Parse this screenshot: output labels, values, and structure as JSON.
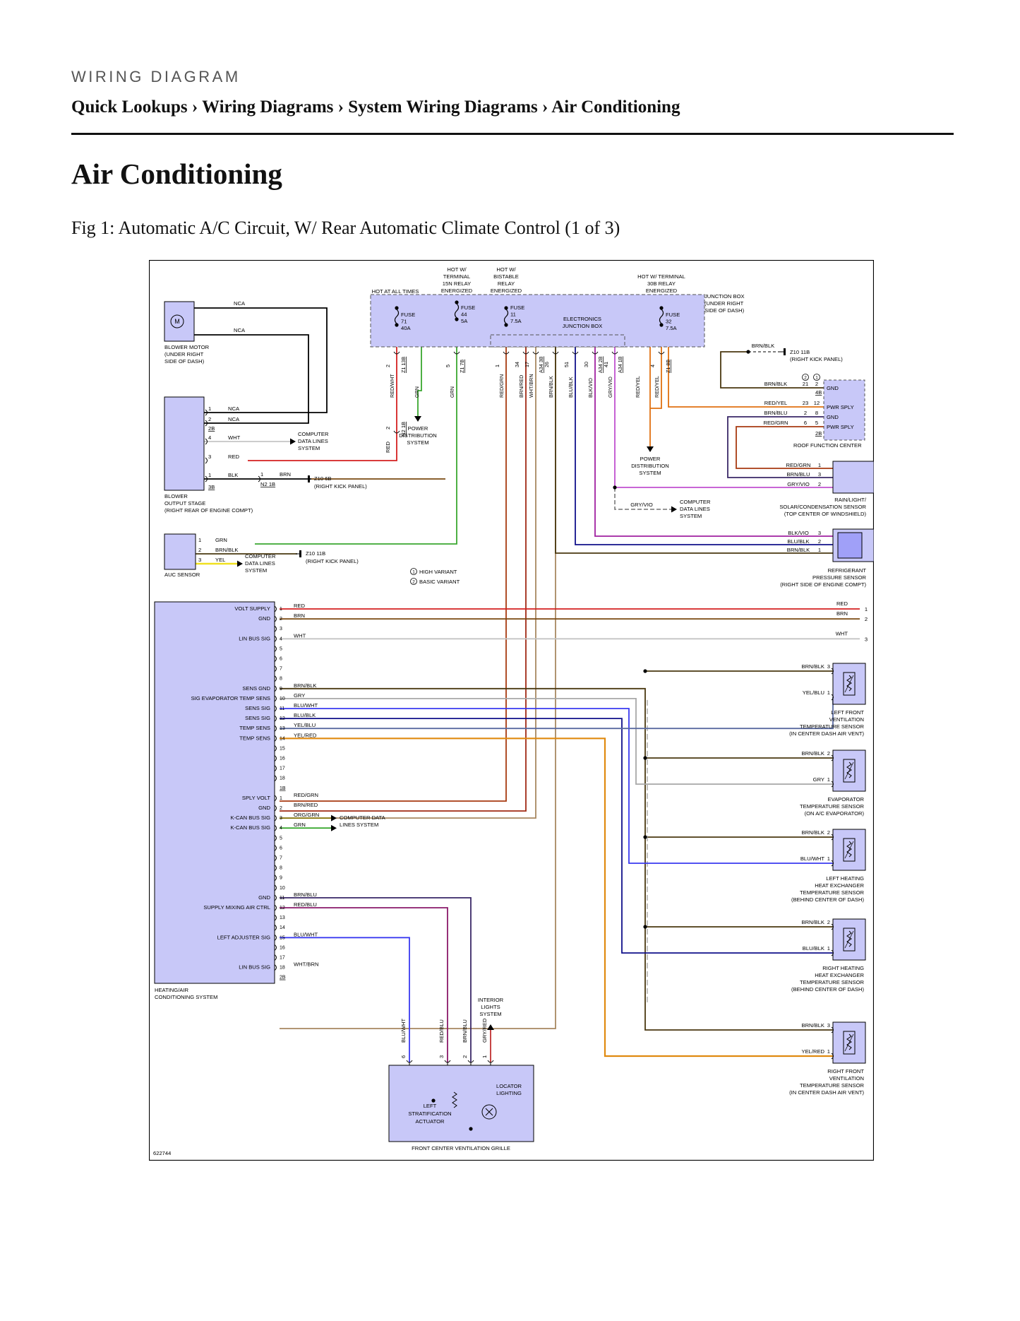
{
  "header": {
    "kicker": "WIRING DIAGRAM",
    "breadcrumb": [
      "Quick Lookups",
      "Wiring Diagrams",
      "System Wiring Diagrams",
      "Air Conditioning"
    ],
    "separator": "›"
  },
  "page": {
    "title": "Air Conditioning",
    "figure_caption": "Fig 1: Automatic A/C Circuit, W/ Rear Automatic Climate Control (1 of 3)"
  },
  "diagram": {
    "figure_id": "622744",
    "colors": {
      "component_fill": "#c8c8f8",
      "junction_fill": "#c8c8f8",
      "frame": "#000000"
    },
    "top_labels": {
      "hot_all_times": "HOT AT ALL TIMES",
      "hot_15n": [
        "HOT W/",
        "TERMINAL",
        "15N RELAY",
        "ENERGIZED"
      ],
      "hot_bistable": [
        "HOT W/",
        "BISTABLE",
        "RELAY",
        "ENERGIZED"
      ],
      "hot_30b": [
        "HOT W/ TERMINAL",
        "30B RELAY",
        "ENERGIZED"
      ]
    },
    "fuses": [
      {
        "label": "FUSE",
        "number": "71",
        "rating": "40A"
      },
      {
        "label": "FUSE",
        "number": "44",
        "rating": "5A"
      },
      {
        "label": "FUSE",
        "number": "11",
        "rating": "7.5A"
      },
      {
        "label": "FUSE",
        "number": "32",
        "rating": "7.5A"
      }
    ],
    "ejb_label": [
      "ELECTRONICS",
      "JUNCTION BOX"
    ],
    "junction_box_label": [
      "JUNCTION BOX",
      "(UNDER RIGHT",
      "SIDE OF DASH)"
    ],
    "top_wires": [
      "RED/WHT",
      "GRN",
      "GRN",
      "RED/GRN",
      "BRN/RED",
      "WHT/BRN",
      "BRN/BLK",
      "BLU/BLK",
      "BLK/VIO",
      "GRY/VIO",
      "RED/YEL",
      "RED/YEL"
    ],
    "top_pins": [
      "2",
      "5",
      "1",
      "34",
      "17",
      "26",
      "51",
      "30",
      "41",
      "4"
    ],
    "top_connectors": [
      "Z1 13B",
      "Z1 7B",
      "A34 3B",
      "A34 2B",
      "A34 1B",
      "Z1 8B"
    ],
    "blower_motor": {
      "label": [
        "BLOWER MOTOR",
        "(UNDER RIGHT",
        "SIDE OF DASH)"
      ],
      "wire1": "NCA",
      "wire2": "NCA"
    },
    "blower_output": {
      "label": [
        "BLOWER",
        "OUTPUT STAGE",
        "(RIGHT REAR OF ENGINE COMPT)"
      ],
      "connector_2b": "2B",
      "connector_3b": "3B",
      "pins": [
        {
          "pin": "1",
          "wire": "NCA"
        },
        {
          "pin": "2",
          "wire": "NCA"
        },
        {
          "pin": "4",
          "wire": "WHT"
        },
        {
          "pin": "3",
          "wire": "RED"
        },
        {
          "pin": "1",
          "wire": "BLK"
        }
      ],
      "computer": [
        "COMPUTER",
        "DATA LINES",
        "SYSTEM"
      ],
      "n2_1b": "N2 1B",
      "n2_1b_pin": "1",
      "n2_1b_wire": "BRN",
      "z10_6b": "Z10 6B",
      "z10_6b_loc": "(RIGHT KICK PANEL)",
      "n2_1b_top": "N2 1B",
      "red_pin": "2",
      "red_wire": "RED"
    },
    "power_dist": [
      "POWER",
      "DISTRIBUTION",
      "SYSTEM"
    ],
    "auc_sensor": {
      "label": "AUC SENSOR",
      "pins": [
        {
          "pin": "1",
          "wire": "GRN"
        },
        {
          "pin": "2",
          "wire": "BRN/BLK"
        },
        {
          "pin": "3",
          "wire": "YEL"
        }
      ],
      "computer": [
        "COMPUTER",
        "DATA LINES",
        "SYSTEM"
      ],
      "z10_11b": "Z10 11B",
      "z10_11b_loc": "(RIGHT KICK PANEL)"
    },
    "variants": {
      "high": "HIGH VARIANT",
      "basic": "BASIC VARIANT",
      "n1": "1",
      "n2": "2"
    },
    "right_top": {
      "z10_11b": "Z10 11B",
      "z10_11b_loc": "(RIGHT KICK PANEL)",
      "brn_blk": "BRN/BLK",
      "roof": {
        "label": "ROOF FUNCTION CENTER",
        "connector_4b": "4B",
        "connector_2b": "2B",
        "rows": [
          {
            "wire": "BRN/BLK",
            "p1": "21",
            "p2": "2",
            "name": "GND"
          },
          {
            "wire": "RED/YEL",
            "p1": "23",
            "p2": "12",
            "name": "PWR SPLY"
          },
          {
            "wire": "BRN/BLU",
            "p1": "2",
            "p2": "8",
            "name": "GND"
          },
          {
            "wire": "RED/GRN",
            "p1": "6",
            "p2": "5",
            "name": "PWR SPLY"
          }
        ],
        "variant_marks": [
          "2",
          "1"
        ]
      },
      "rain_sensor": {
        "label": [
          "RAIN/LIGHT/",
          "SOLAR/CONDENSATION SENSOR",
          "(TOP CENTER OF WINDSHIELD)"
        ],
        "pins": [
          {
            "wire": "RED/GRN",
            "pin": "1"
          },
          {
            "wire": "BRN/BLU",
            "pin": "3"
          },
          {
            "wire": "GRY/VIO",
            "pin": "2"
          }
        ]
      },
      "gry_vio": "GRY/VIO",
      "computer": [
        "COMPUTER",
        "DATA LINES",
        "SYSTEM"
      ],
      "refrig_sensor": {
        "label": [
          "REFRIGERANT",
          "PRESSURE SENSOR",
          "(RIGHT SIDE OF ENGINE COMPT)"
        ],
        "pins": [
          {
            "wire": "BLK/VIO",
            "pin": "3"
          },
          {
            "wire": "BLU/BLK",
            "pin": "2"
          },
          {
            "wire": "BRN/BLK",
            "pin": "1"
          }
        ]
      }
    },
    "hvac": {
      "label": [
        "HEATING/AIR",
        "CONDITIONING SYSTEM"
      ],
      "connector_1b": "1B",
      "connector_2b": "2B",
      "c1": [
        {
          "pin": "1",
          "name": "VOLT SUPPLY",
          "wire": "RED"
        },
        {
          "pin": "2",
          "name": "GND",
          "wire": "BRN"
        },
        {
          "pin": "3",
          "name": "",
          "wire": ""
        },
        {
          "pin": "4",
          "name": "LIN BUS SIG",
          "wire": "WHT"
        },
        {
          "pin": "5",
          "name": "",
          "wire": ""
        },
        {
          "pin": "6",
          "name": "",
          "wire": ""
        },
        {
          "pin": "7",
          "name": "",
          "wire": ""
        },
        {
          "pin": "8",
          "name": "",
          "wire": ""
        },
        {
          "pin": "9",
          "name": "SENS GND",
          "wire": "BRN/BLK"
        },
        {
          "pin": "10",
          "name": "SIG EVAPORATOR TEMP SENS",
          "wire": "GRY"
        },
        {
          "pin": "11",
          "name": "SENS SIG",
          "wire": "BLU/WHT"
        },
        {
          "pin": "12",
          "name": "SENS SIG",
          "wire": "BLU/BLK"
        },
        {
          "pin": "13",
          "name": "TEMP SENS",
          "wire": "YEL/BLU"
        },
        {
          "pin": "14",
          "name": "TEMP SENS",
          "wire": "YEL/RED"
        },
        {
          "pin": "15",
          "name": "",
          "wire": ""
        },
        {
          "pin": "16",
          "name": "",
          "wire": ""
        },
        {
          "pin": "17",
          "name": "",
          "wire": ""
        },
        {
          "pin": "18",
          "name": "",
          "wire": ""
        }
      ],
      "c2": [
        {
          "pin": "1",
          "name": "SPLY VOLT",
          "wire": "RED/GRN"
        },
        {
          "pin": "2",
          "name": "GND",
          "wire": "BRN/RED"
        },
        {
          "pin": "3",
          "name": "K-CAN BUS SIG",
          "wire": "ORG/GRN"
        },
        {
          "pin": "4",
          "name": "K-CAN BUS SIG",
          "wire": "GRN"
        },
        {
          "pin": "5",
          "name": "",
          "wire": ""
        },
        {
          "pin": "6",
          "name": "",
          "wire": ""
        },
        {
          "pin": "7",
          "name": "",
          "wire": ""
        },
        {
          "pin": "8",
          "name": "",
          "wire": ""
        },
        {
          "pin": "9",
          "name": "",
          "wire": ""
        },
        {
          "pin": "10",
          "name": "",
          "wire": ""
        },
        {
          "pin": "11",
          "name": "GND",
          "wire": "BRN/BLU"
        },
        {
          "pin": "12",
          "name": "SUPPLY MIXING AIR CTRL",
          "wire": "RED/BLU"
        },
        {
          "pin": "13",
          "name": "",
          "wire": ""
        },
        {
          "pin": "14",
          "name": "",
          "wire": ""
        },
        {
          "pin": "15",
          "name": "LEFT ADJUSTER SIG",
          "wire": "BLU/WHT"
        },
        {
          "pin": "16",
          "name": "",
          "wire": ""
        },
        {
          "pin": "17",
          "name": "",
          "wire": ""
        },
        {
          "pin": "18",
          "name": "LIN BUS SIG",
          "wire": "WHT/BRN"
        }
      ],
      "computer": [
        "COMPUTER DATA",
        "LINES SYSTEM"
      ]
    },
    "right_lines": [
      {
        "wire": "RED",
        "pin": "1"
      },
      {
        "wire": "BRN",
        "pin": "2"
      },
      {
        "wire": "WHT",
        "pin": "3"
      }
    ],
    "sensors": [
      {
        "label": [
          "LEFT FRONT",
          "VENTILATION",
          "TEMPERATURE SENSOR",
          "(IN CENTER DASH AIR VENT)"
        ],
        "w1": "BRN/BLK",
        "p1": "3",
        "w2": "YEL/BLU",
        "p2": "1"
      },
      {
        "label": [
          "EVAPORATOR",
          "TEMPERATURE SENSOR",
          "(ON A/C EVAPORATOR)"
        ],
        "w1": "BRN/BLK",
        "p1": "2",
        "w2": "GRY",
        "p2": "1"
      },
      {
        "label": [
          "LEFT HEATING",
          "HEAT EXCHANGER",
          "TEMPERATURE SENSOR",
          "(BEHIND CENTER OF DASH)"
        ],
        "w1": "BRN/BLK",
        "p1": "2",
        "w2": "BLU/WHT",
        "p2": "1"
      },
      {
        "label": [
          "RIGHT HEATING",
          "HEAT EXCHANGER",
          "TEMPERATURE SENSOR",
          "(BEHIND CENTER OF DASH)"
        ],
        "w1": "BRN/BLK",
        "p1": "2",
        "w2": "BLU/BLK",
        "p2": "1"
      },
      {
        "label": [
          "RIGHT FRONT",
          "VENTILATION",
          "TEMPERATURE SENSOR",
          "(IN CENTER DASH AIR VENT)"
        ],
        "w1": "BRN/BLK",
        "p1": "3",
        "w2": "YEL/RED",
        "p2": "1"
      }
    ],
    "interior_lights": [
      "INTERIOR",
      "LIGHTS",
      "SYSTEM"
    ],
    "grille": {
      "label": "FRONT CENTER VENTILATION GRILLE",
      "actuator": [
        "LEFT",
        "STRATIFICATION",
        "ACTUATOR"
      ],
      "locator": [
        "LOCATOR",
        "LIGHTING"
      ],
      "wires": [
        {
          "wire": "BLU/WHT",
          "pin": "6"
        },
        {
          "wire": "RED/BLU",
          "pin": "3"
        },
        {
          "wire": "BRN/BLU",
          "pin": "2"
        },
        {
          "wire": "GRY/RED",
          "pin": "1"
        }
      ]
    }
  }
}
